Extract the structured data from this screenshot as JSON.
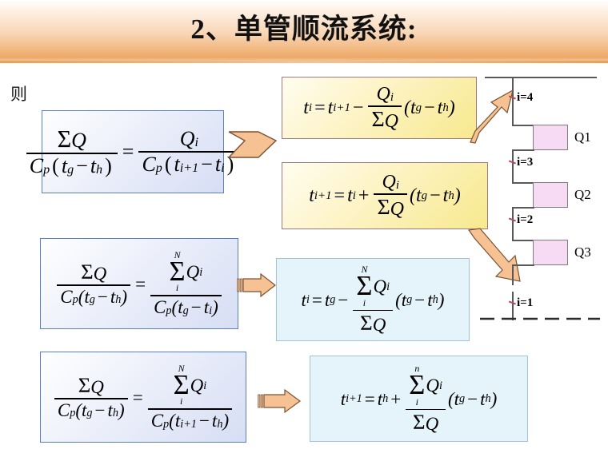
{
  "slide": {
    "title": "2、单管顺流系统:",
    "intro_label": "则"
  },
  "formulas": {
    "b1": {
      "name": "heat-balance-element",
      "lhs_num": "ΣQ",
      "lhs_den_pre": "C",
      "lhs_den_sub": "p",
      "lhs_den_body": "(t g − t h)",
      "equals": "=",
      "rhs_num": "Q i",
      "rhs_den": "C p (t i+1 − t i)",
      "plain": "ΣQ / (Cp(tg − th)) = Qi / (Cp(ti+1 − ti))"
    },
    "y1": {
      "name": "t-i-formula",
      "plain": "t i = t i+1 − (Q i / ΣQ)(t g − t h)"
    },
    "y2": {
      "name": "t-i-plus-1-formula",
      "plain": "t i+1 = t i + (Q i / ΣQ)(t g − t h)"
    },
    "b2": {
      "name": "cumulative-balance-upper",
      "plain": "ΣQ / (Cp(tg − th)) = Σ i..N Qi / (Cp(tg − ti))"
    },
    "c1": {
      "name": "t-i-cumulative-formula",
      "plain": "t i = t g − (Σ i..N Q i / ΣQ)(t g − t h)"
    },
    "b3": {
      "name": "cumulative-balance-lower",
      "plain": "ΣQ / (Cp(tg − th)) = Σ i..N Qi / (Cp(ti+1 − th))"
    },
    "c2": {
      "name": "t-i-plus-1-cumulative-formula",
      "plain": "t i+1 = t h + (Σ i..n Q i / ΣQ)(t g − t h)"
    }
  },
  "symbols": {
    "t": "t",
    "Q": "Q",
    "C": "C",
    "sigma": "Σ",
    "sub_i": "i",
    "sub_ip1": "i+1",
    "sub_g": "g",
    "sub_h": "h",
    "sub_p": "p",
    "lim_upper_N": "N",
    "lim_upper_n": "n",
    "lim_lower_i": "i",
    "equals": "=",
    "minus": "−",
    "plus": "+",
    "lparen": "(",
    "rparen": ")"
  },
  "diagram": {
    "name": "single-pipe-downfeed-riser",
    "radiators": [
      {
        "label": "Q1"
      },
      {
        "label": "Q2"
      },
      {
        "label": "Q3"
      }
    ],
    "nodes": [
      {
        "label": "i=4"
      },
      {
        "label": "i=3"
      },
      {
        "label": "i=2"
      },
      {
        "label": "i=1"
      }
    ]
  },
  "colors": {
    "header_top": "#ffffff",
    "header_mid": "#f8d5b4",
    "header_bottom": "#eca96a",
    "blue_box_border": "#5b7fc4",
    "yellow_box_fill": "#fdf3c4",
    "yellow_box_border": "#9c7a80",
    "cyan_box_fill": "#e4f4fa",
    "cyan_box_border": "#9fc6d8",
    "arrow_fill": "#f7c293",
    "arrow_stroke": "#6b4a2f",
    "radiator_fill": "#f7dbf4",
    "pipe": "#595959",
    "node_tick": "#b24a5a",
    "text": "#000000"
  }
}
